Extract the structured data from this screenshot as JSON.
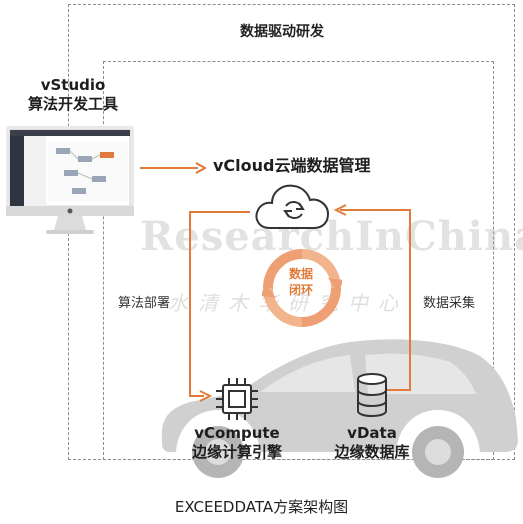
{
  "outer_box": {
    "title": "数据驱动研发"
  },
  "vstudio": {
    "title_line1": "vStudio",
    "title_line2": "算法开发工具"
  },
  "cloud": {
    "title": "vCloud云端数据管理"
  },
  "loop": {
    "line1": "数据",
    "line2": "闭环"
  },
  "left_arrow_label": "算法部署",
  "right_arrow_label": "数据采集",
  "vcompute": {
    "line1": "vCompute",
    "line2": "边缘计算引擎"
  },
  "vdata": {
    "line1": "vData",
    "line2": "边缘数据库"
  },
  "watermark": {
    "english": "ResearchInChina",
    "chinese": "水清木华研究中心"
  },
  "caption": "EXCEEDDATA方案架构图",
  "colors": {
    "accent": "#e07b39",
    "dash": "#8c8c8c",
    "icon": "#333333",
    "car": "#cfcfcf"
  },
  "icons": [
    "monitor-icon",
    "cloud-sync-icon",
    "chip-icon",
    "database-icon",
    "car-silhouette"
  ]
}
